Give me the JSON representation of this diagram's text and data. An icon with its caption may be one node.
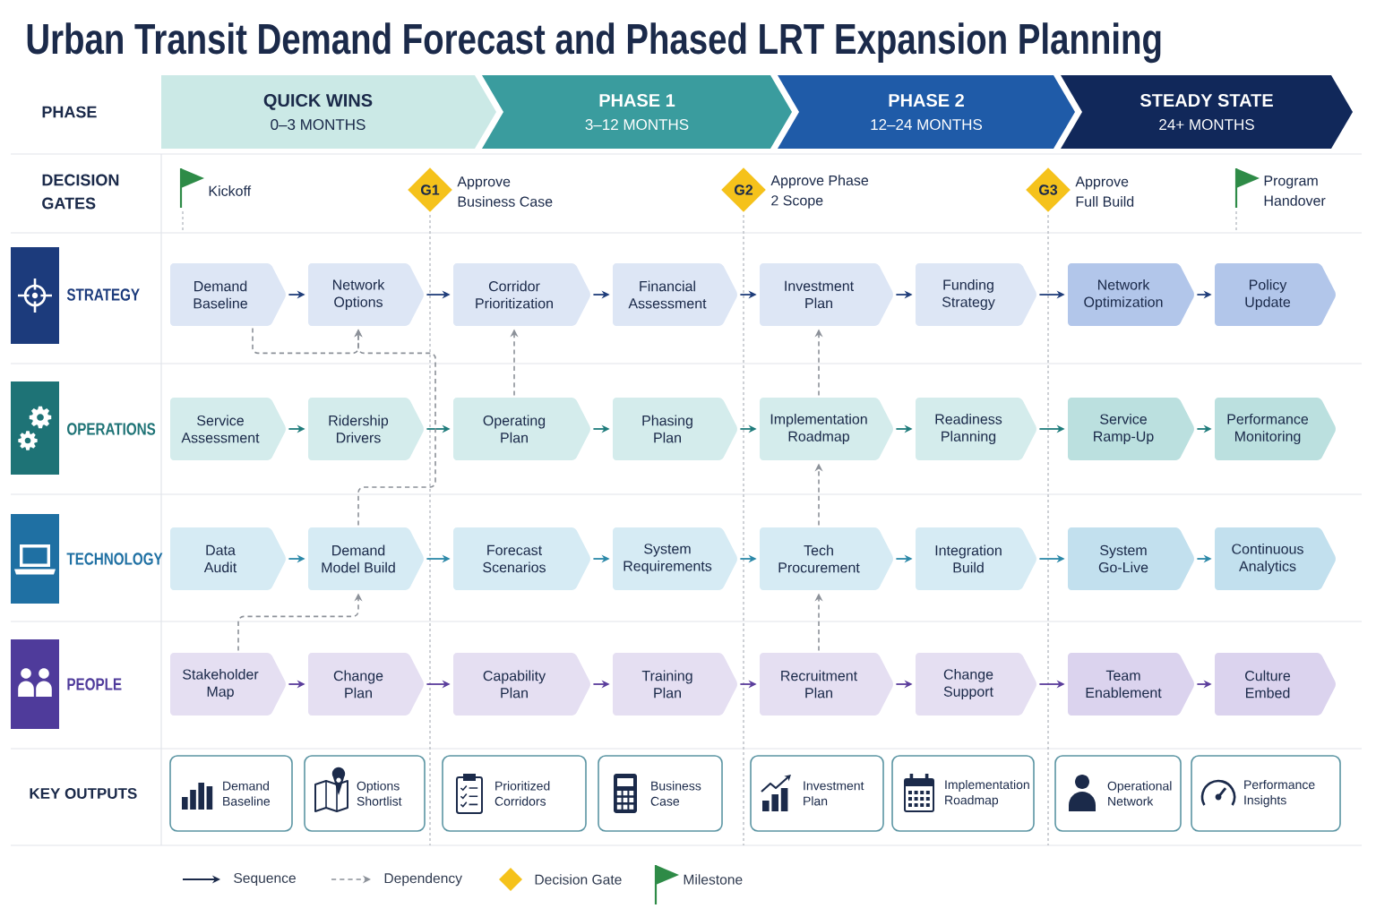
{
  "diagram": {
    "title": "Urban Transit Demand Forecast and Phased LRT Expansion Planning",
    "nodes": [
      {
        "text": [
          "QUICK WINS",
          "0–3 MONTHS"
        ]
      },
      {
        "text": [
          "PHASE 1",
          "3–12 MONTHS"
        ]
      },
      {
        "text": [
          "PHASE 2",
          "12–24 MONTHS"
        ]
      },
      {
        "text": [
          "STEADY STATE",
          "24+ MONTHS"
        ]
      },
      {
        "text": [
          "G1"
        ],
        "beside": [
          "Approve Business Case"
        ]
      },
      {
        "text": [
          "G2"
        ],
        "beside": [
          "Approve Phase 2 Scope"
        ]
      },
      {
        "text": [
          "G3"
        ],
        "beside": [
          "Approve Full Build"
        ]
      },
      {
        "text": [
          "Demand Baseline"
        ]
      },
      {
        "text": [
          "Network Options"
        ]
      },
      {
        "text": [
          "Corridor Prioritization"
        ]
      },
      {
        "text": [
          "Financial Assessment"
        ]
      },
      {
        "text": [
          "Investment Plan"
        ]
      },
      {
        "text": [
          "Funding Strategy"
        ]
      },
      {
        "text": [
          "Network Optimization"
        ]
      },
      {
        "text": [
          "Policy Update"
        ]
      },
      {
        "text": [
          "Service Assessment"
        ]
      },
      {
        "text": [
          "Ridership Drivers"
        ]
      },
      {
        "text": [
          "Operating Plan"
        ]
      },
      {
        "text": [
          "Phasing Plan"
        ]
      },
      {
        "text": [
          "Implementation Roadmap"
        ]
      },
      {
        "text": [
          "Readiness Planning"
        ]
      },
      {
        "text": [
          "Service Ramp-Up"
        ]
      },
      {
        "text": [
          "Performance Monitoring"
        ]
      },
      {
        "text": [
          "Data Audit"
        ]
      },
      {
        "text": [
          "Demand Model Build"
        ]
      },
      {
        "text": [
          "Forecast Scenarios"
        ]
      },
      {
        "text": [
          "System Requirements"
        ]
      },
      {
        "text": [
          "Tech Procurement"
        ]
      },
      {
        "text": [
          "Integration Build"
        ]
      },
      {
        "text": [
          "System Go-Live"
        ]
      },
      {
        "text": [
          "Continuous Analytics"
        ]
      },
      {
        "text": [
          "Stakeholder Map"
        ]
      },
      {
        "text": [
          "Change Plan"
        ]
      },
      {
        "text": [
          "Capability Plan"
        ]
      },
      {
        "text": [
          "Training Plan"
        ]
      },
      {
        "text": [
          "Recruitment Plan"
        ]
      },
      {
        "text": [
          "Change Support"
        ]
      },
      {
        "text": [
          "Team Enablement"
        ]
      },
      {
        "text": [
          "Culture Embed"
        ]
      },
      {
        "text": [
          "Demand Baseline"
        ]
      },
      {
        "text": [
          "Options Shortlist"
        ]
      },
      {
        "text": [
          "Prioritized Corridors"
        ]
      },
      {
        "text": [
          "Business Case"
        ]
      },
      {
        "text": [
          "Investment Plan"
        ]
      },
      {
        "text": [
          "Implementation Roadmap"
        ]
      },
      {
        "text": [
          "Operational Network"
        ]
      },
      {
        "text": [
          "Performance Insights"
        ]
      }
    ],
    "edges": [
      {
        "from": 7,
        "to": 8,
        "arrow": "to",
        "color": "#1f3d7a"
      },
      {
        "from": 8,
        "to": 9,
        "arrow": "to",
        "color": "#1f3d7a"
      },
      {
        "from": 9,
        "to": 10,
        "arrow": "to",
        "color": "#1f3d7a"
      },
      {
        "from": 10,
        "to": 11,
        "arrow": "to",
        "color": "#1f3d7a"
      },
      {
        "from": 11,
        "to": 12,
        "arrow": "to",
        "color": "#1f3d7a"
      },
      {
        "from": 12,
        "to": 13,
        "arrow": "to",
        "color": "#1f3d7a"
      },
      {
        "from": 13,
        "to": 14,
        "arrow": "to",
        "color": "#1f3d7a"
      },
      {
        "from": 15,
        "to": 16,
        "arrow": "to",
        "color": "#1e7b7b"
      },
      {
        "from": 16,
        "to": 17,
        "arrow": "to",
        "color": "#1e7b7b"
      },
      {
        "from": 17,
        "to": 18,
        "arrow": "to",
        "color": "#1e7b7b"
      },
      {
        "from": 18,
        "to": 19,
        "arrow": "to",
        "color": "#1e7b7b"
      },
      {
        "from": 19,
        "to": 20,
        "arrow": "to",
        "color": "#1e7b7b"
      },
      {
        "from": 20,
        "to": 21,
        "arrow": "to",
        "color": "#1e7b7b"
      },
      {
        "from": 21,
        "to": 22,
        "arrow": "to",
        "color": "#1e7b7b"
      },
      {
        "from": 23,
        "to": 24,
        "arrow": "to",
        "color": "#2b88a8"
      },
      {
        "from": 24,
        "to": 25,
        "arrow": "to",
        "color": "#2b88a8"
      },
      {
        "from": 25,
        "to": 26,
        "arrow": "to",
        "color": "#2b88a8"
      },
      {
        "from": 26,
        "to": 27,
        "arrow": "to",
        "color": "#2b88a8"
      },
      {
        "from": 27,
        "to": 28,
        "arrow": "to",
        "color": "#2b88a8"
      },
      {
        "from": 28,
        "to": 29,
        "arrow": "to",
        "color": "#2b88a8"
      },
      {
        "from": 29,
        "to": 30,
        "arrow": "to",
        "color": "#2b88a8"
      },
      {
        "from": 31,
        "to": 32,
        "arrow": "to",
        "color": "#5b3e9c"
      },
      {
        "from": 32,
        "to": 33,
        "arrow": "to",
        "color": "#5b3e9c"
      },
      {
        "from": 33,
        "to": 34,
        "arrow": "to",
        "color": "#5b3e9c"
      },
      {
        "from": 34,
        "to": 35,
        "arrow": "to",
        "color": "#5b3e9c"
      },
      {
        "from": 35,
        "to": 36,
        "arrow": "to",
        "color": "#5b3e9c"
      },
      {
        "from": 36,
        "to": 37,
        "arrow": "to",
        "color": "#5b3e9c"
      },
      {
        "from": 37,
        "to": 38,
        "arrow": "to",
        "color": "#5b3e9c"
      },
      {
        "from": 7,
        "to": 8,
        "arrow": "to",
        "style": "dashed",
        "color": "#8c9199"
      },
      {
        "from": 24,
        "to": 8,
        "arrow": "to",
        "style": "dashed",
        "color": "#8c9199"
      },
      {
        "from": 17,
        "to": 9,
        "arrow": "to",
        "style": "dashed",
        "color": "#8c9199"
      },
      {
        "from": 19,
        "to": 11,
        "arrow": "to",
        "style": "dashed",
        "color": "#8c9199"
      },
      {
        "from": 27,
        "to": 19,
        "arrow": "to",
        "style": "dashed",
        "color": "#8c9199"
      },
      {
        "from": 35,
        "to": 27,
        "arrow": "to",
        "style": "dashed",
        "color": "#8c9199"
      },
      {
        "from": 31,
        "to": 24,
        "arrow": "to",
        "style": "dashed",
        "color": "#8c9199"
      }
    ],
    "labels": [
      "PHASE",
      "DECISION GATES",
      "Kickoff",
      "Program Handover",
      "STRATEGY",
      "OPERATIONS",
      "TECHNOLOGY",
      "PEOPLE",
      "KEY OUTPUTS"
    ],
    "legend": [
      {
        "text": "Sequence"
      },
      {
        "text": "Dependency"
      },
      {
        "text": "Decision Gate"
      },
      {
        "text": "Milestone"
      }
    ]
  }
}
